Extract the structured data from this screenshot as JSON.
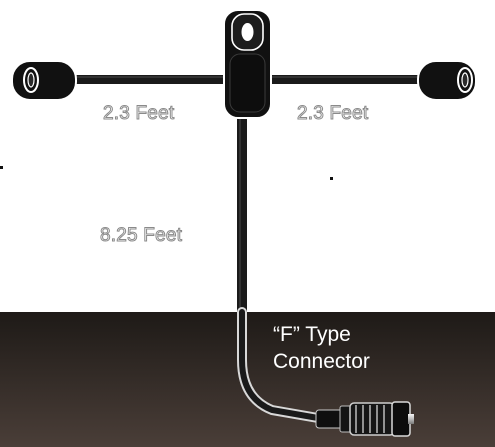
{
  "labels": {
    "left_length": "2.3 Feet",
    "right_length": "2.3 Feet",
    "drop_length": "8.25 Feet",
    "connector_line1": "“F” Type",
    "connector_line2": "Connector"
  },
  "colors": {
    "background_top": "#ffffff",
    "background_bottom_top": "#1e1a17",
    "background_bottom_bottom": "#4a3e38",
    "cable": "#1a1a1a",
    "cable_lower": "#d8d8d8",
    "device_body": "#111111",
    "device_highlight": "#ffffff"
  }
}
